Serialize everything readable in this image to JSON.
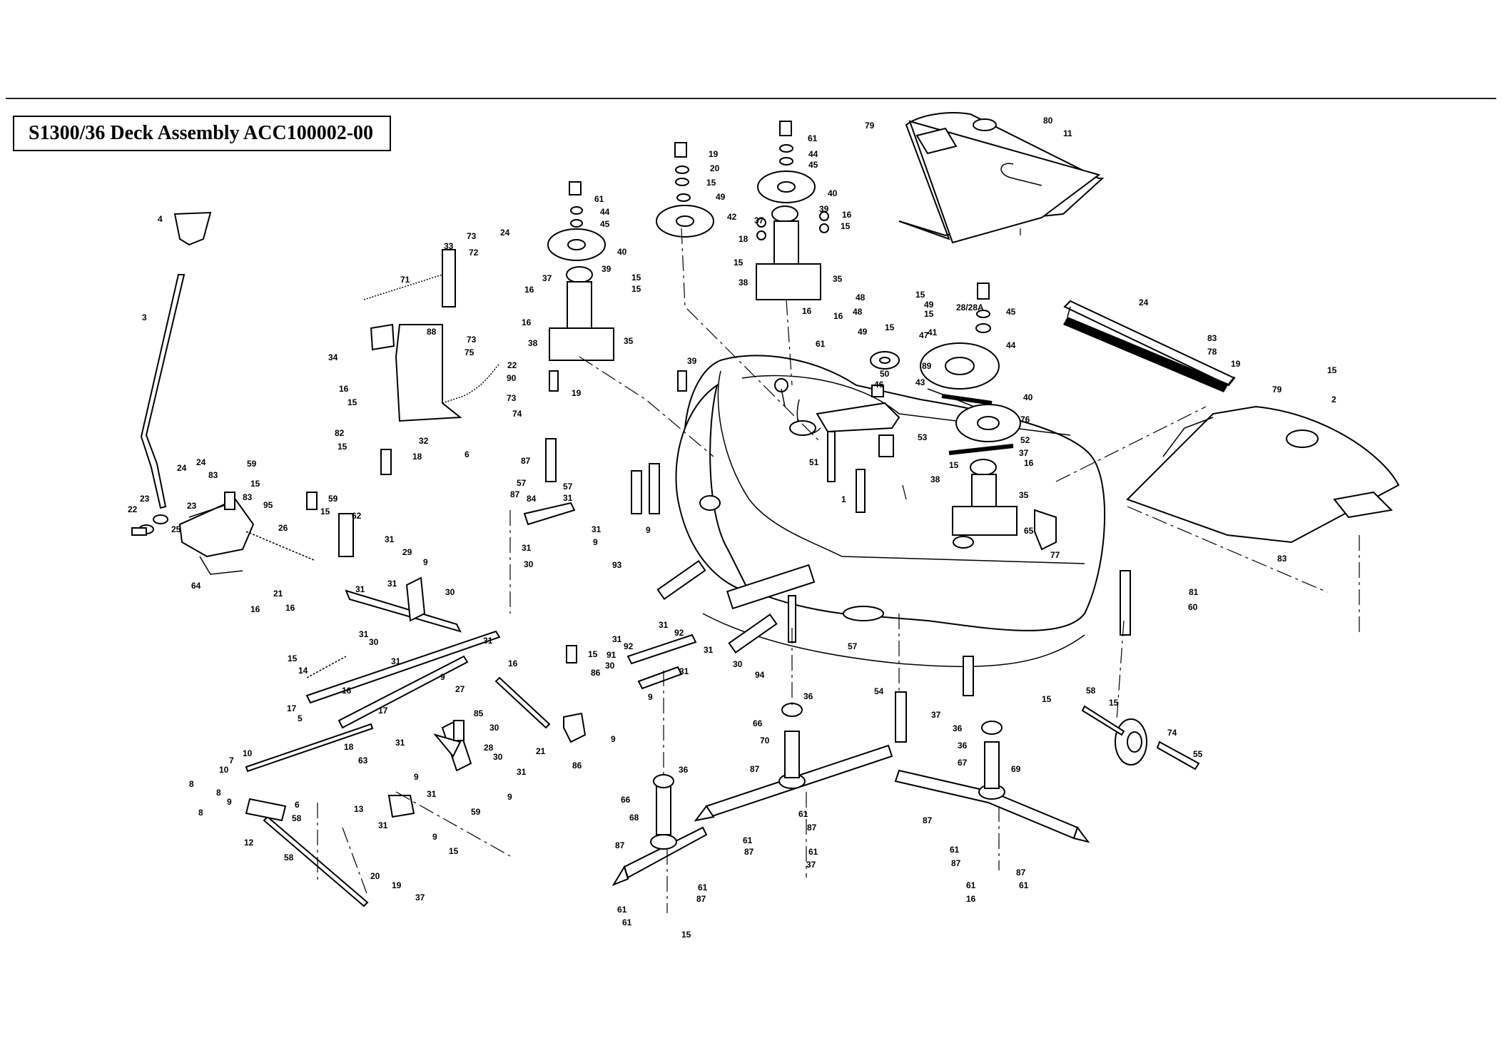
{
  "header": {
    "title": "S1300/36 Deck Assembly ACC100002-00"
  },
  "callouts": [
    {
      "id": "c1",
      "text": "4"
    },
    {
      "id": "c2",
      "text": "3"
    },
    {
      "id": "c3",
      "text": "24"
    },
    {
      "id": "c4",
      "text": "24"
    },
    {
      "id": "c5",
      "text": "83"
    },
    {
      "id": "c6",
      "text": "59"
    },
    {
      "id": "c7",
      "text": "15"
    },
    {
      "id": "c8",
      "text": "23"
    },
    {
      "id": "c9",
      "text": "23"
    },
    {
      "id": "c10",
      "text": "22"
    },
    {
      "id": "c11",
      "text": "25"
    },
    {
      "id": "c12",
      "text": "83"
    },
    {
      "id": "c13",
      "text": "95"
    },
    {
      "id": "c14",
      "text": "26"
    },
    {
      "id": "c15",
      "text": "64"
    },
    {
      "id": "c16",
      "text": "16"
    },
    {
      "id": "c17",
      "text": "59"
    },
    {
      "id": "c18",
      "text": "15"
    },
    {
      "id": "c19",
      "text": "62"
    },
    {
      "id": "c20",
      "text": "21"
    },
    {
      "id": "c21",
      "text": "16"
    },
    {
      "id": "c22",
      "text": "33"
    },
    {
      "id": "c23",
      "text": "73"
    },
    {
      "id": "c24",
      "text": "24"
    },
    {
      "id": "c25",
      "text": "72"
    },
    {
      "id": "c26",
      "text": "71"
    },
    {
      "id": "c27",
      "text": "34"
    },
    {
      "id": "c28",
      "text": "88"
    },
    {
      "id": "c29",
      "text": "16"
    },
    {
      "id": "c30",
      "text": "15"
    },
    {
      "id": "c31",
      "text": "82"
    },
    {
      "id": "c32",
      "text": "15"
    },
    {
      "id": "c33",
      "text": "18"
    },
    {
      "id": "c34",
      "text": "32"
    },
    {
      "id": "c35",
      "text": "73"
    },
    {
      "id": "c36",
      "text": "75"
    },
    {
      "id": "c37",
      "text": "22"
    },
    {
      "id": "c38",
      "text": "90"
    },
    {
      "id": "c39",
      "text": "73"
    },
    {
      "id": "c40",
      "text": "74"
    },
    {
      "id": "c41",
      "text": "6"
    },
    {
      "id": "c42",
      "text": "61"
    },
    {
      "id": "c43",
      "text": "44"
    },
    {
      "id": "c44",
      "text": "45"
    },
    {
      "id": "c45",
      "text": "40"
    },
    {
      "id": "c46",
      "text": "37"
    },
    {
      "id": "c47",
      "text": "39"
    },
    {
      "id": "c48",
      "text": "16"
    },
    {
      "id": "c49",
      "text": "15"
    },
    {
      "id": "c50",
      "text": "16"
    },
    {
      "id": "c51",
      "text": "15"
    },
    {
      "id": "c52",
      "text": "38"
    },
    {
      "id": "c53",
      "text": "35"
    },
    {
      "id": "c54",
      "text": "19"
    },
    {
      "id": "c55",
      "text": "19"
    },
    {
      "id": "c56",
      "text": "20"
    },
    {
      "id": "c57",
      "text": "15"
    },
    {
      "id": "c58",
      "text": "49"
    },
    {
      "id": "c59",
      "text": "42"
    },
    {
      "id": "c60",
      "text": "61"
    },
    {
      "id": "c61",
      "text": "44"
    },
    {
      "id": "c62",
      "text": "45"
    },
    {
      "id": "c63",
      "text": "40"
    },
    {
      "id": "c64",
      "text": "39"
    },
    {
      "id": "c65",
      "text": "37"
    },
    {
      "id": "c66",
      "text": "16"
    },
    {
      "id": "c67",
      "text": "15"
    },
    {
      "id": "c68",
      "text": "18"
    },
    {
      "id": "c69",
      "text": "15"
    },
    {
      "id": "c70",
      "text": "38"
    },
    {
      "id": "c71",
      "text": "35"
    },
    {
      "id": "c72",
      "text": "79"
    },
    {
      "id": "c73",
      "text": "80"
    },
    {
      "id": "c74",
      "text": "11"
    },
    {
      "id": "c75",
      "text": "16"
    },
    {
      "id": "c76",
      "text": "48"
    },
    {
      "id": "c77",
      "text": "15"
    },
    {
      "id": "c78",
      "text": "48"
    },
    {
      "id": "c79",
      "text": "15"
    },
    {
      "id": "c80",
      "text": "16"
    },
    {
      "id": "c81",
      "text": "15"
    },
    {
      "id": "c82",
      "text": "47"
    },
    {
      "id": "c83",
      "text": "49"
    },
    {
      "id": "c84",
      "text": "49"
    },
    {
      "id": "c85",
      "text": "61"
    },
    {
      "id": "c86",
      "text": "44"
    },
    {
      "id": "c87",
      "text": "45"
    },
    {
      "id": "c88",
      "text": "28/28A"
    },
    {
      "id": "c89",
      "text": "41"
    },
    {
      "id": "c90",
      "text": "89"
    },
    {
      "id": "c91",
      "text": "50"
    },
    {
      "id": "c92",
      "text": "46"
    },
    {
      "id": "c93",
      "text": "43"
    },
    {
      "id": "c94",
      "text": "40"
    },
    {
      "id": "c95",
      "text": "76"
    },
    {
      "id": "c96",
      "text": "52"
    },
    {
      "id": "c97",
      "text": "53"
    },
    {
      "id": "c98",
      "text": "51"
    },
    {
      "id": "c99",
      "text": "1"
    },
    {
      "id": "c100",
      "text": "39"
    },
    {
      "id": "c101",
      "text": "37"
    },
    {
      "id": "c102",
      "text": "16"
    },
    {
      "id": "c103",
      "text": "15"
    },
    {
      "id": "c104",
      "text": "38"
    },
    {
      "id": "c105",
      "text": "35"
    },
    {
      "id": "c106",
      "text": "65"
    },
    {
      "id": "c107",
      "text": "77"
    },
    {
      "id": "c108",
      "text": "24"
    },
    {
      "id": "c109",
      "text": "83"
    },
    {
      "id": "c110",
      "text": "78"
    },
    {
      "id": "c111",
      "text": "19"
    },
    {
      "id": "c112",
      "text": "15"
    },
    {
      "id": "c113",
      "text": "2"
    },
    {
      "id": "c114",
      "text": "79"
    },
    {
      "id": "c115",
      "text": "83"
    },
    {
      "id": "c116",
      "text": "81"
    },
    {
      "id": "c117",
      "text": "60"
    },
    {
      "id": "c118",
      "text": "87"
    },
    {
      "id": "c119",
      "text": "57"
    },
    {
      "id": "c120",
      "text": "57"
    },
    {
      "id": "c121",
      "text": "31"
    },
    {
      "id": "c122",
      "text": "87"
    },
    {
      "id": "c123",
      "text": "84"
    },
    {
      "id": "c124",
      "text": "31"
    },
    {
      "id": "c125",
      "text": "31"
    },
    {
      "id": "c126",
      "text": "9"
    },
    {
      "id": "c127",
      "text": "30"
    },
    {
      "id": "c128",
      "text": "93"
    },
    {
      "id": "c129",
      "text": "9"
    },
    {
      "id": "c130",
      "text": "31"
    },
    {
      "id": "c131",
      "text": "29"
    },
    {
      "id": "c132",
      "text": "9"
    },
    {
      "id": "c133",
      "text": "31"
    },
    {
      "id": "c134",
      "text": "31"
    },
    {
      "id": "c135",
      "text": "30"
    },
    {
      "id": "c136",
      "text": "31"
    },
    {
      "id": "c137",
      "text": "30"
    },
    {
      "id": "c138",
      "text": "31"
    },
    {
      "id": "c139",
      "text": "31"
    },
    {
      "id": "c140",
      "text": "9"
    },
    {
      "id": "c141",
      "text": "27"
    },
    {
      "id": "c142",
      "text": "16"
    },
    {
      "id": "c143",
      "text": "15"
    },
    {
      "id": "c144",
      "text": "14"
    },
    {
      "id": "c145",
      "text": "16"
    },
    {
      "id": "c146",
      "text": "17"
    },
    {
      "id": "c147",
      "text": "5"
    },
    {
      "id": "c148",
      "text": "17"
    },
    {
      "id": "c149",
      "text": "18"
    },
    {
      "id": "c150",
      "text": "63"
    },
    {
      "id": "c151",
      "text": "85"
    },
    {
      "id": "c152",
      "text": "30"
    },
    {
      "id": "c153",
      "text": "31"
    },
    {
      "id": "c154",
      "text": "28"
    },
    {
      "id": "c155",
      "text": "30"
    },
    {
      "id": "c156",
      "text": "9"
    },
    {
      "id": "c157",
      "text": "31"
    },
    {
      "id": "c158",
      "text": "31"
    },
    {
      "id": "c159",
      "text": "9"
    },
    {
      "id": "c160",
      "text": "59"
    },
    {
      "id": "c161",
      "text": "15"
    },
    {
      "id": "c162",
      "text": "86"
    },
    {
      "id": "c163",
      "text": "21"
    },
    {
      "id": "c164",
      "text": "86"
    },
    {
      "id": "c165",
      "text": "9"
    },
    {
      "id": "c166",
      "text": "31"
    },
    {
      "id": "c167",
      "text": "92"
    },
    {
      "id": "c168",
      "text": "91"
    },
    {
      "id": "c169",
      "text": "31"
    },
    {
      "id": "c170",
      "text": "30"
    },
    {
      "id": "c171",
      "text": "9"
    },
    {
      "id": "c172",
      "text": "31"
    },
    {
      "id": "c173",
      "text": "92"
    },
    {
      "id": "c174",
      "text": "31"
    },
    {
      "id": "c175",
      "text": "30"
    },
    {
      "id": "c176",
      "text": "94"
    },
    {
      "id": "c177",
      "text": "57"
    },
    {
      "id": "c178",
      "text": "10"
    },
    {
      "id": "c179",
      "text": "7"
    },
    {
      "id": "c180",
      "text": "10"
    },
    {
      "id": "c181",
      "text": "8"
    },
    {
      "id": "c182",
      "text": "8"
    },
    {
      "id": "c183",
      "text": "9"
    },
    {
      "id": "c184",
      "text": "8"
    },
    {
      "id": "c185",
      "text": "6"
    },
    {
      "id": "c186",
      "text": "58"
    },
    {
      "id": "c187",
      "text": "13"
    },
    {
      "id": "c188",
      "text": "58"
    },
    {
      "id": "c189",
      "text": "12"
    },
    {
      "id": "c190",
      "text": "31"
    },
    {
      "id": "c191",
      "text": "9"
    },
    {
      "id": "c192",
      "text": "15"
    },
    {
      "id": "c193",
      "text": "20"
    },
    {
      "id": "c194",
      "text": "19"
    },
    {
      "id": "c195",
      "text": "37"
    },
    {
      "id": "c196",
      "text": "36"
    },
    {
      "id": "c197",
      "text": "66"
    },
    {
      "id": "c198",
      "text": "70"
    },
    {
      "id": "c199",
      "text": "87"
    },
    {
      "id": "c200",
      "text": "61"
    },
    {
      "id": "c201",
      "text": "87"
    },
    {
      "id": "c202",
      "text": "61"
    },
    {
      "id": "c203",
      "text": "87"
    },
    {
      "id": "c204",
      "text": "61"
    },
    {
      "id": "c205",
      "text": "37"
    },
    {
      "id": "c206",
      "text": "36"
    },
    {
      "id": "c207",
      "text": "66"
    },
    {
      "id": "c208",
      "text": "68"
    },
    {
      "id": "c209",
      "text": "87"
    },
    {
      "id": "c210",
      "text": "61"
    },
    {
      "id": "c211",
      "text": "87"
    },
    {
      "id": "c212",
      "text": "61"
    },
    {
      "id": "c213",
      "text": "61"
    },
    {
      "id": "c214",
      "text": "15"
    },
    {
      "id": "c215",
      "text": "54"
    },
    {
      "id": "c216",
      "text": "37"
    },
    {
      "id": "c217",
      "text": "36"
    },
    {
      "id": "c218",
      "text": "36"
    },
    {
      "id": "c219",
      "text": "67"
    },
    {
      "id": "c220",
      "text": "69"
    },
    {
      "id": "c221",
      "text": "87"
    },
    {
      "id": "c222",
      "text": "61"
    },
    {
      "id": "c223",
      "text": "87"
    },
    {
      "id": "c224",
      "text": "87"
    },
    {
      "id": "c225",
      "text": "61"
    },
    {
      "id": "c226",
      "text": "61"
    },
    {
      "id": "c227",
      "text": "16"
    },
    {
      "id": "c228",
      "text": "15"
    },
    {
      "id": "c229",
      "text": "58"
    },
    {
      "id": "c230",
      "text": "15"
    },
    {
      "id": "c231",
      "text": "74"
    },
    {
      "id": "c232",
      "text": "55"
    }
  ]
}
